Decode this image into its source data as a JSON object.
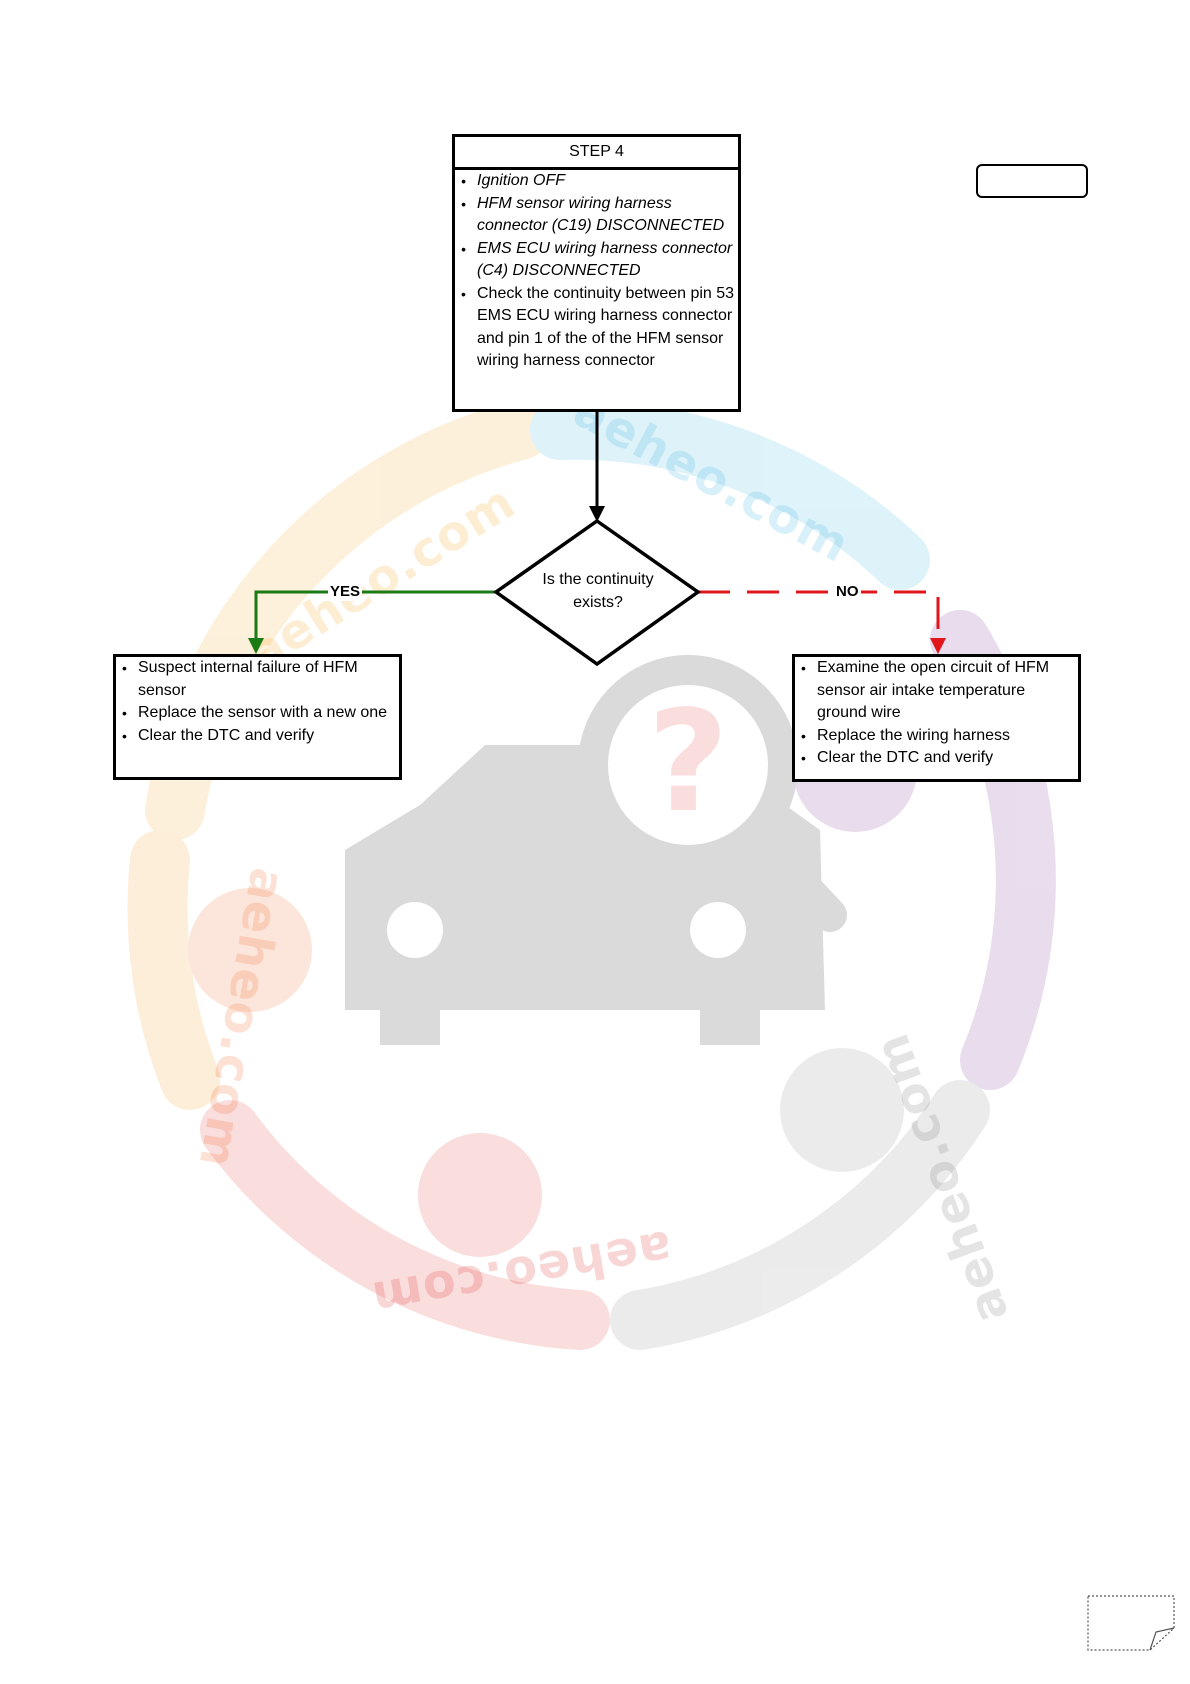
{
  "colors": {
    "yes_branch": "#1a7a14",
    "no_branch": "#e0161b",
    "outline": "#000000"
  },
  "icons": {
    "watermark": "car-magnifier-question-logo",
    "page_curl": "page-curl-icon"
  },
  "watermark_text": "aeheo.com",
  "step4": {
    "title": "STEP 4",
    "items": [
      "Ignition OFF",
      "HFM  sensor  wiring harness connector (C19)  DISCONNECTED",
      "EMS ECU wiring harness connector (C4) DISCONNECTED",
      "Check the  continuity between pin  53  EMS ECU wiring harness connector and pin 1 of the  of the  HFM sensor  wiring harness connector"
    ]
  },
  "decision": {
    "question": "Is the continuity exists?",
    "yes_label": "YES",
    "no_label": "NO"
  },
  "yes_box": {
    "items": [
      "Suspect internal failure of HFM sensor",
      "Replace the sensor with a new one",
      "Clear the DTC and verify"
    ]
  },
  "no_box": {
    "items": [
      "Examine the  open circuit of HFM  sensor air intake temperature ground wire",
      "Replace the wiring harness",
      "Clear the DTC and verify"
    ]
  }
}
